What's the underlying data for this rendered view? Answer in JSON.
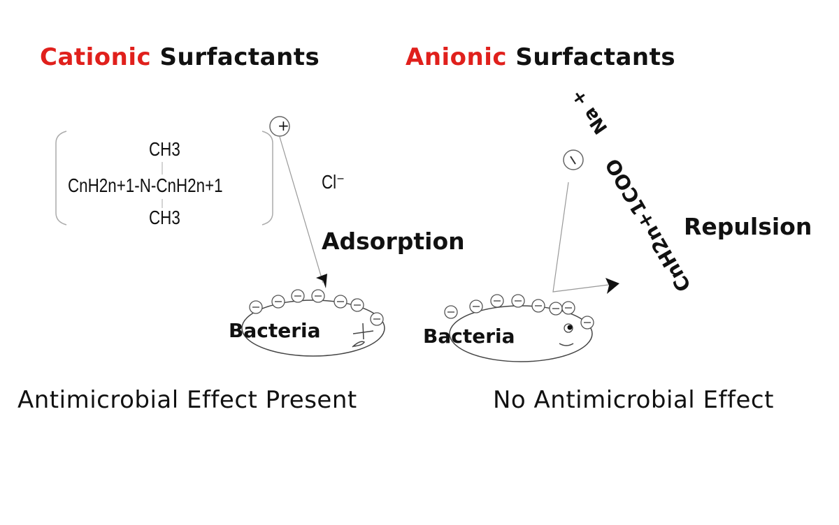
{
  "left": {
    "title_highlight": "Cationic",
    "title_rest": " Surfactants",
    "formula": {
      "top": "CH3",
      "middle": "CnH2n+1-N-CnH2n+1",
      "bottom": "CH3"
    },
    "charge": "+",
    "counter_ion": "Cl⁻",
    "action": "Adsorption",
    "bacteria": "Bacteria",
    "effect": "Antimicrobial Effect Present"
  },
  "right": {
    "title_highlight": "Anionic",
    "title_rest": " Surfactants",
    "counter_ion": "Na +",
    "charge": "−",
    "formula": "CnH2n+1COO",
    "action": "Repulsion",
    "bacteria": "Bacteria",
    "effect": "No Antimicrobial Effect"
  },
  "colors": {
    "highlight": "#e0201c",
    "text": "#111111"
  }
}
